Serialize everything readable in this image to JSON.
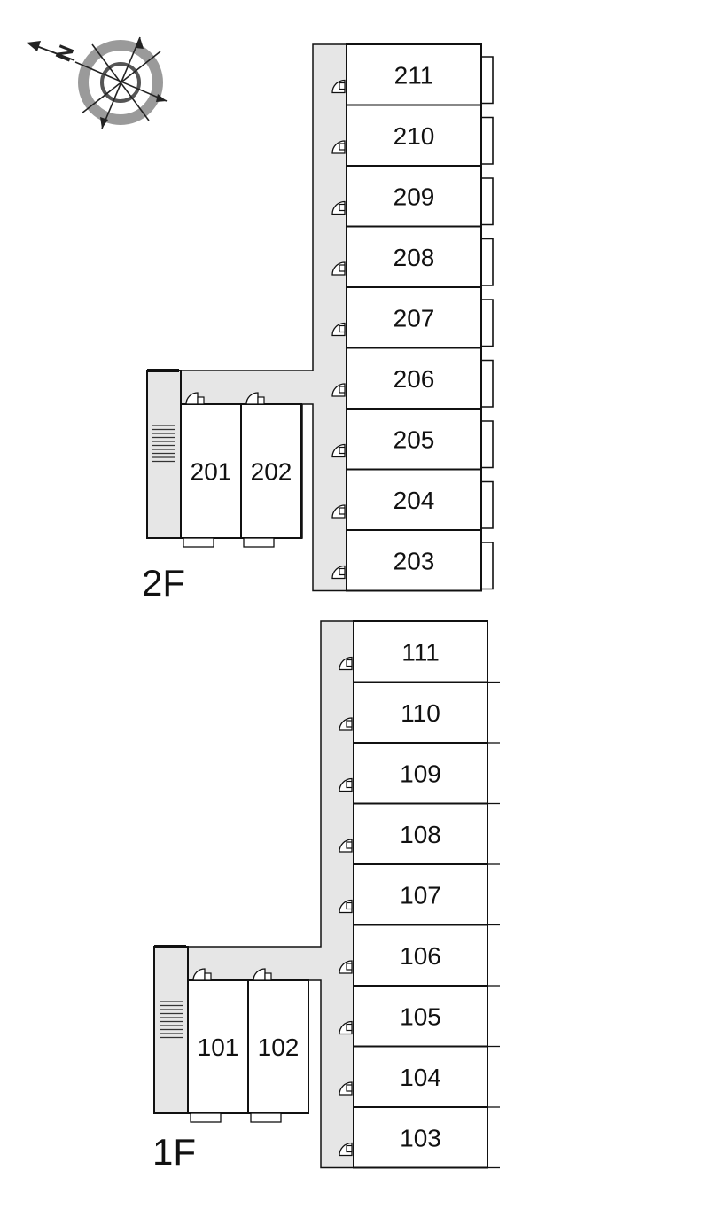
{
  "compass": {
    "north_letter": "N",
    "icon": "compass-rose-icon"
  },
  "floors": [
    {
      "id": "2F",
      "label": "2F",
      "rooms_column": [
        "211",
        "210",
        "209",
        "208",
        "207",
        "206",
        "205",
        "204",
        "203"
      ],
      "rooms_wing": [
        "201",
        "202"
      ]
    },
    {
      "id": "1F",
      "label": "1F",
      "rooms_column": [
        "111",
        "110",
        "109",
        "108",
        "107",
        "106",
        "105",
        "104",
        "103"
      ],
      "rooms_wing": [
        "101",
        "102"
      ]
    }
  ],
  "colors": {
    "corridor": "#e6e6e6",
    "wall": "#111111",
    "compass_ring": "#999999"
  }
}
